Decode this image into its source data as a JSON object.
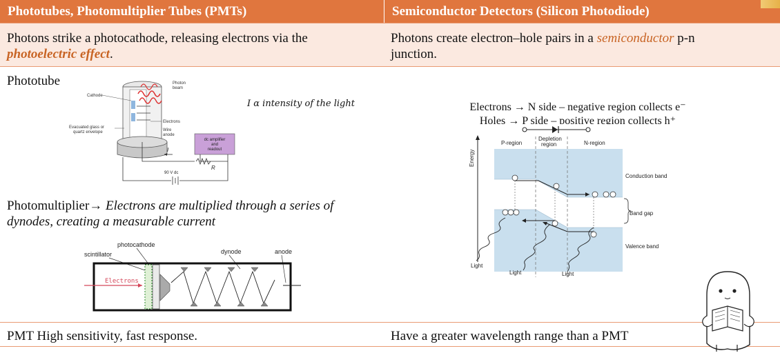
{
  "header": {
    "left": "Phototubes, Photomultiplier Tubes (PMTs)",
    "right": "Semiconductor Detectors (Silicon Photodiode)"
  },
  "row1": {
    "left_pre": "Photons strike a photocathode, releasing electrons via the",
    "left_em": "photoelectric effect",
    "left_post": ".",
    "right_pre": "Photons create electron–hole pairs in a",
    "right_em": "semiconductor",
    "right_post": "p-n",
    "right_line2": "junction."
  },
  "row2": {
    "phototube_title": "Phototube",
    "proportional_note": "I α intensity of the light",
    "phototube_labels": {
      "photon_beam_1": "Photon",
      "photon_beam_2": "beam",
      "cathode": "Cathode",
      "electrons": "Electrons",
      "envelope_1": "Evacuated glass or",
      "envelope_2": "quartz envelope",
      "wire_1": "Wire",
      "wire_2": "anode",
      "amp_1": "dc amplifier",
      "amp_2": "and",
      "amp_3": "readout",
      "current": "I",
      "resistor": "R",
      "voltage": "90 V dc"
    },
    "pmt_title": "Photomultiplier",
    "pmt_arrow": "→",
    "pmt_desc_1": " Electrons are multiplied through a series of",
    "pmt_desc_2": "dynodes, creating a measurable current",
    "pmt_labels": {
      "photocathode": "photocathode",
      "scintillator": "scintillator",
      "dynode": "dynode",
      "anode": "anode",
      "electrons": "Electrons"
    },
    "diode_line1": "Electrons → N side – negative region collects e⁻",
    "diode_line2": "Holes → P side – positive region collects h⁺",
    "band_labels": {
      "energy": "Energy",
      "p_region": "P-region",
      "depletion_1": "Depletion",
      "depletion_2": "region",
      "n_region": "N-region",
      "conduction": "Conduction band",
      "band_gap": "Band gap",
      "valence": "Valence band",
      "light_1": "Light",
      "light_2": "Light",
      "light_3": "Light"
    }
  },
  "row3": {
    "left": "PMT High sensitivity, fast response.",
    "right": "Have a greater wavelength range than a PMT"
  },
  "colors": {
    "header_bg": "#e0763e",
    "accent_text": "#c86424",
    "band_fill": "#c9dfee"
  }
}
